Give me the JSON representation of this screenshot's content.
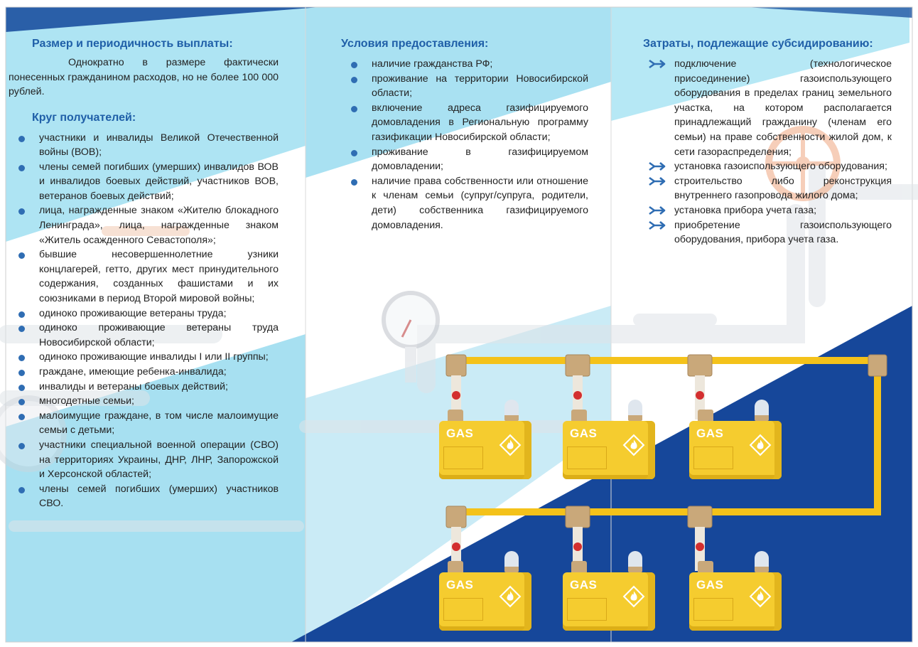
{
  "col1": {
    "payment_heading": "Размер и периодичность выплаты:",
    "payment_text": "Однократно в размере фактически понесенных гражданином расходов, но не более 100 000 рублей.",
    "recipients_heading": "Круг получателей:",
    "recipients": [
      "участники и инвалиды Великой Отечественной войны (ВОВ);",
      "члены семей погибших (умерших) инвалидов ВОВ и инвалидов боевых действий, участников ВОВ, ветеранов боевых действий;",
      "лица, награжденные знаком «Жителю блокадного Ленинграда», лица, награжденные знаком «Житель осажденного Севастополя»;",
      "бывшие несовершеннолетние узники концлагерей, гетто, других мест принудительного содержания, созданных фашистами и их союзниками в период Второй мировой войны;",
      "одиноко проживающие ветераны труда;",
      "одиноко проживающие ветераны труда Новосибирской области;",
      "одиноко проживающие инвалиды I или II группы;",
      "граждане, имеющие ребенка-инвалида;",
      "инвалиды и ветераны боевых действий;",
      "многодетные семьи;",
      "малоимущие граждане, в том числе малоимущие семьи с детьми;",
      "участники специальной военной операции (СВО) на территориях Украины, ДНР, ЛНР, Запорожской и Херсонской областей;",
      "члены семей погибших (умерших) участников СВО."
    ]
  },
  "col2": {
    "heading": "Условия предоставления:",
    "items": [
      "наличие гражданства РФ;",
      "проживание на территории Новосибирской области;",
      "включение адреса газифицируемого домовладения в Региональную программу газификации Новосибирской области;",
      "проживание в газифицируемом домовладении;",
      "наличие права собственности или отношение к членам семьи (супруг/супруга, родители, дети) собственника газифицируемого домовладения."
    ]
  },
  "col3": {
    "heading": "Затраты, подлежащие субсидированию:",
    "items": [
      "подключение (технологическое присоединение) газоиспользующего оборудования в пределах границ земельного участка, на котором располагается принадлежащий гражданину (членам его семьи) на праве собственности жилой дом, к сети газораспределения;",
      "установка газоиспользующего оборудования;",
      "строительство либо реконструкция внутреннего газопровода жилого дома;",
      "установка прибора учета газа;",
      "приобретение газоиспользующего оборудования, прибора учета газа."
    ]
  },
  "illustration": {
    "cylinder_label": "GAS",
    "colors": {
      "light_blue": "#a8e2f2",
      "accent_blue": "#2a5fa8",
      "dark_blue": "#16479a",
      "pipe_yellow": "#f4c21a",
      "cylinder_yellow": "#f5cc2f",
      "heading_blue": "#1f5fa8"
    }
  }
}
